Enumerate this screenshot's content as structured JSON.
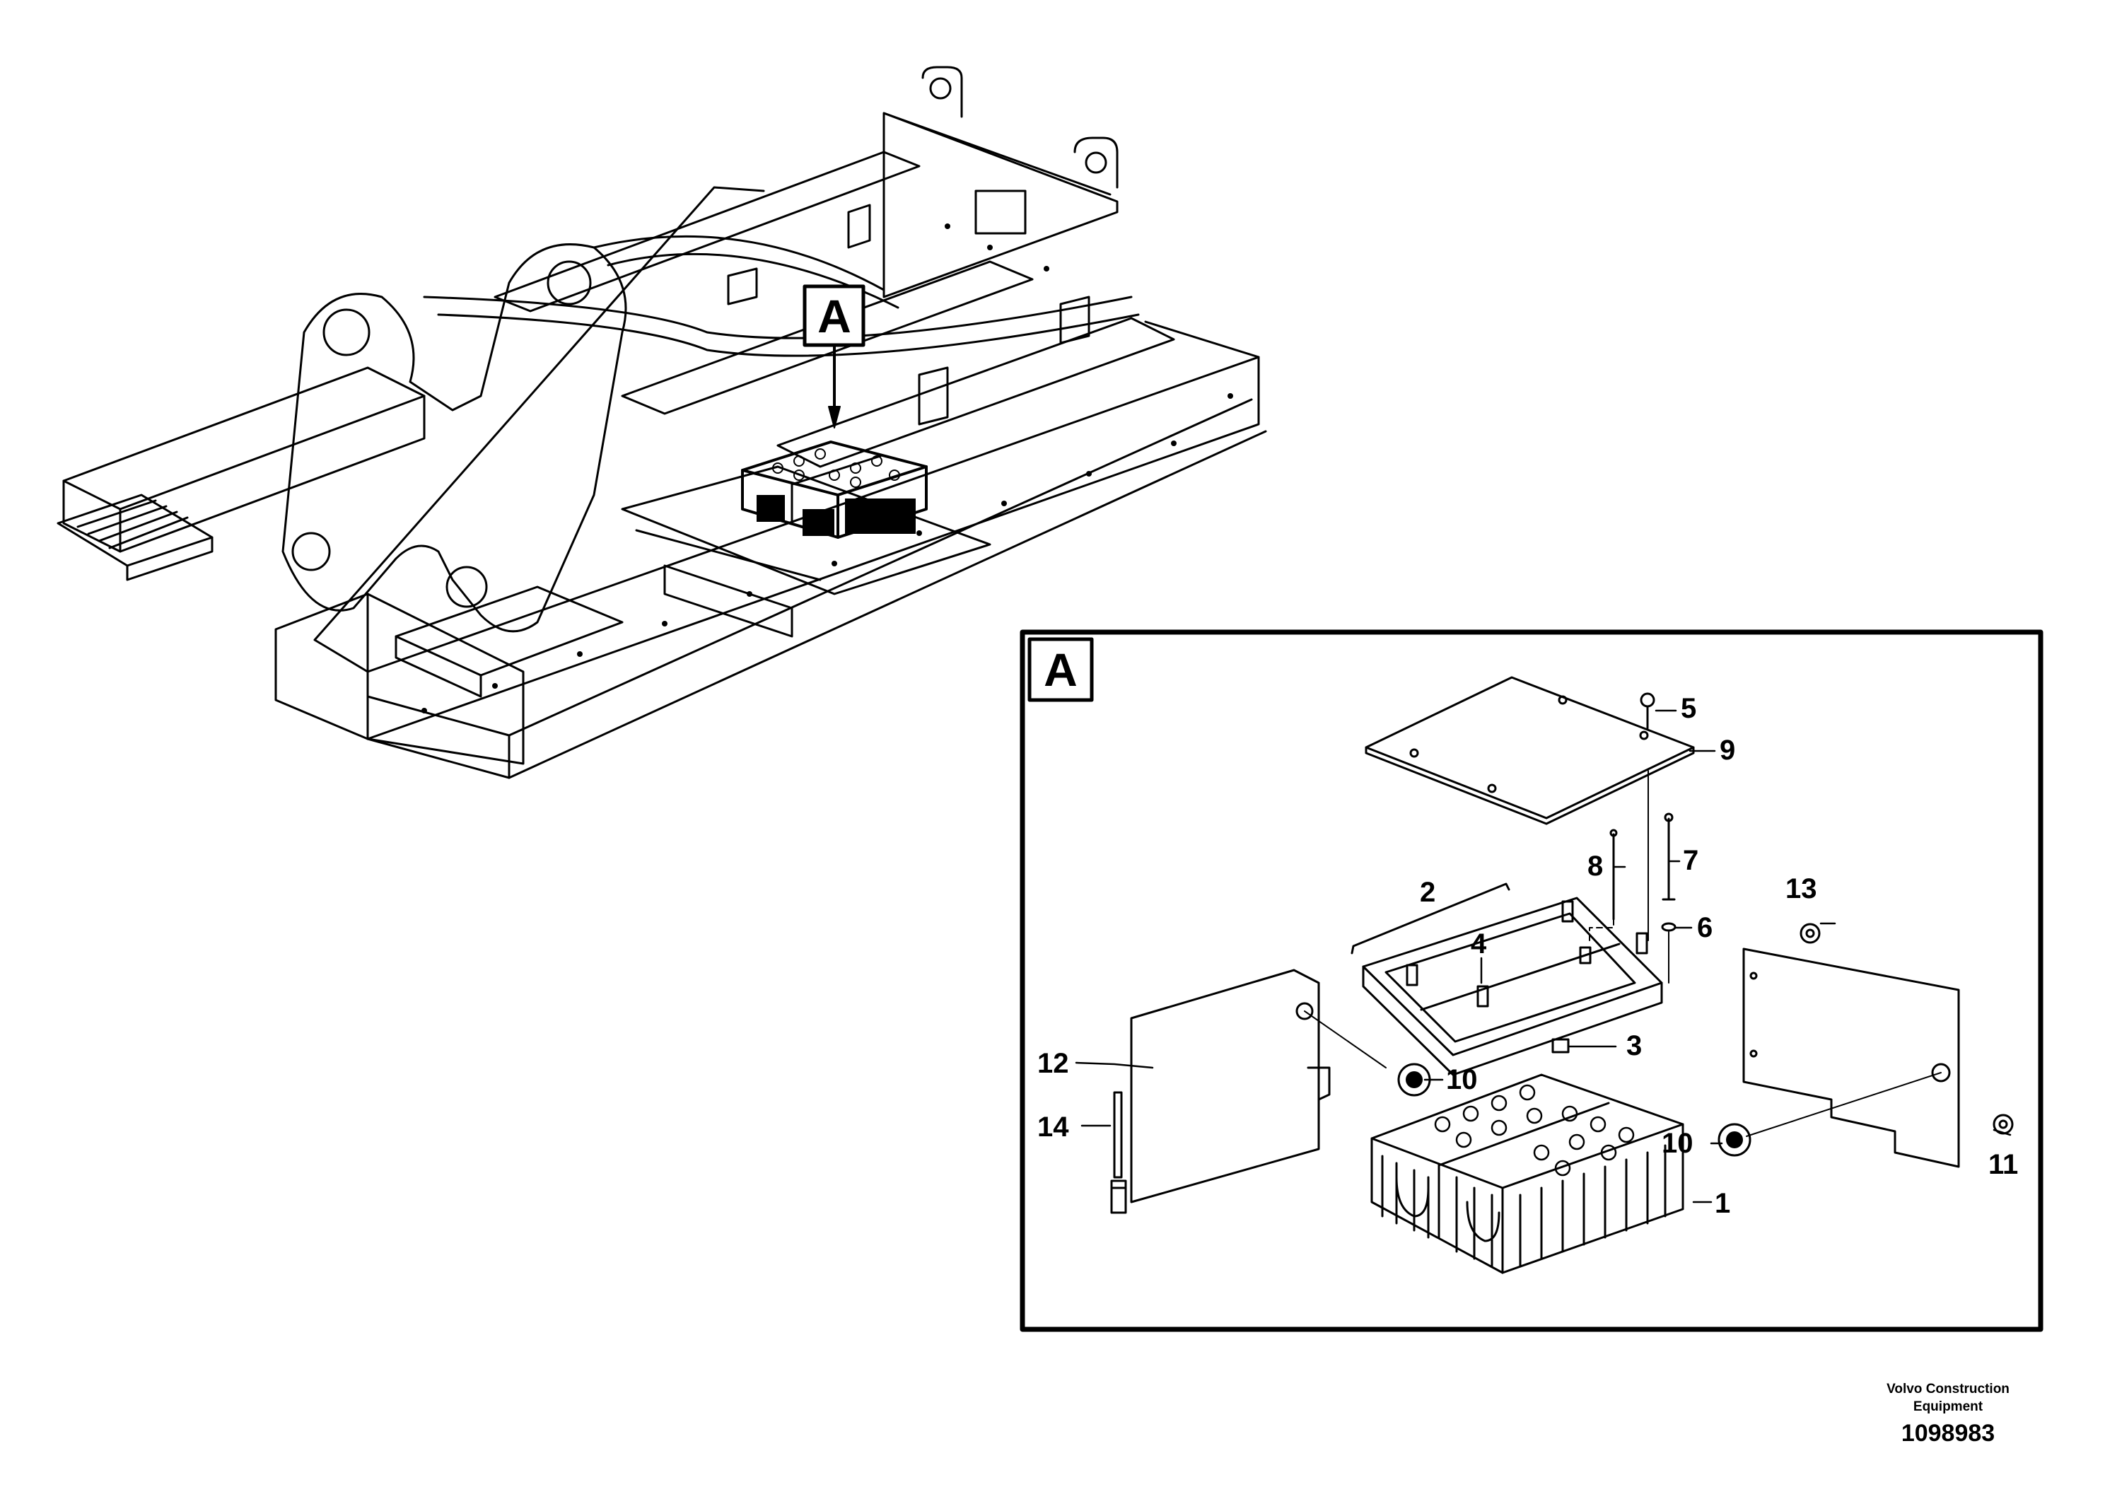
{
  "overview": {
    "callout_letter": "A"
  },
  "detail": {
    "callout_letter": "A",
    "part_numbers": [
      "1",
      "2",
      "3",
      "4",
      "5",
      "6",
      "7",
      "8",
      "9",
      "10",
      "10",
      "11",
      "12",
      "13",
      "14"
    ]
  },
  "footer": {
    "company_line1": "Volvo Construction",
    "company_line2": "Equipment",
    "document_number": "1098983"
  }
}
